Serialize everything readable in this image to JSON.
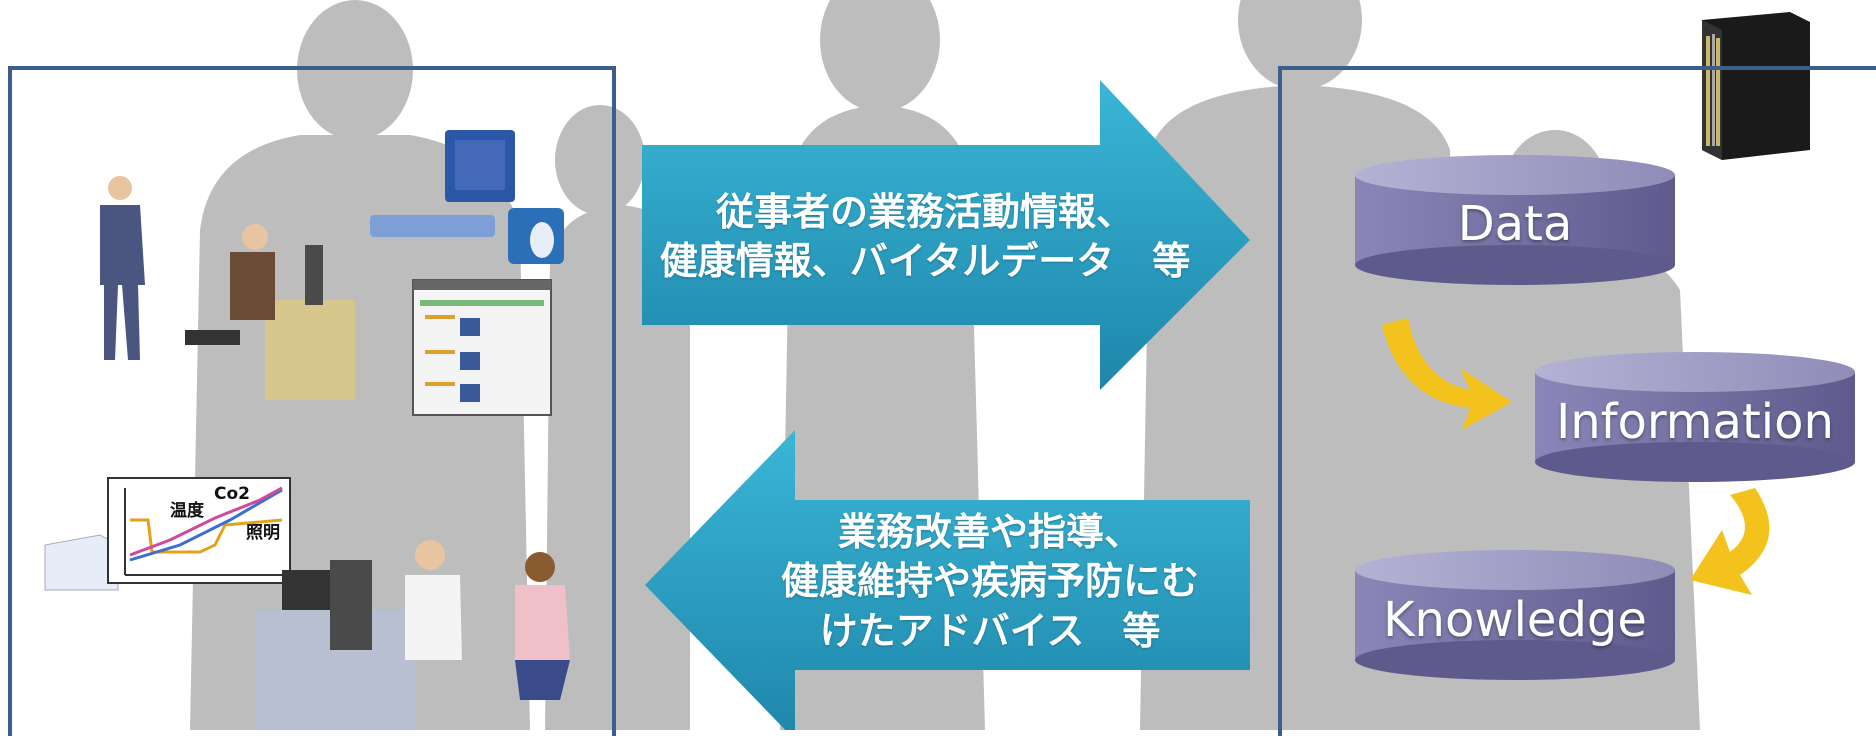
{
  "arrows": {
    "to_right": {
      "line1": "従事者の業務活動情報、",
      "line2": "健康情報、バイタルデータ　等"
    },
    "to_left": {
      "line1": "業務改善や指導、",
      "line2": "健康維持や疾病予防にむ",
      "line3": "けたアドバイス　等"
    }
  },
  "cylinders": {
    "data": "Data",
    "information": "Information",
    "knowledge": "Knowledge"
  },
  "sensor_chart": {
    "temperature_label": "温度",
    "co2_label": "Co2",
    "lighting_label": "照明"
  },
  "colors": {
    "panel_border": "#3d5d8a",
    "arrow_fill": "#2aa0c4",
    "cylinder_fill": "#7a78a8",
    "curved_arrow": "#f3c21c",
    "silhouette": "#bdbdbd"
  }
}
